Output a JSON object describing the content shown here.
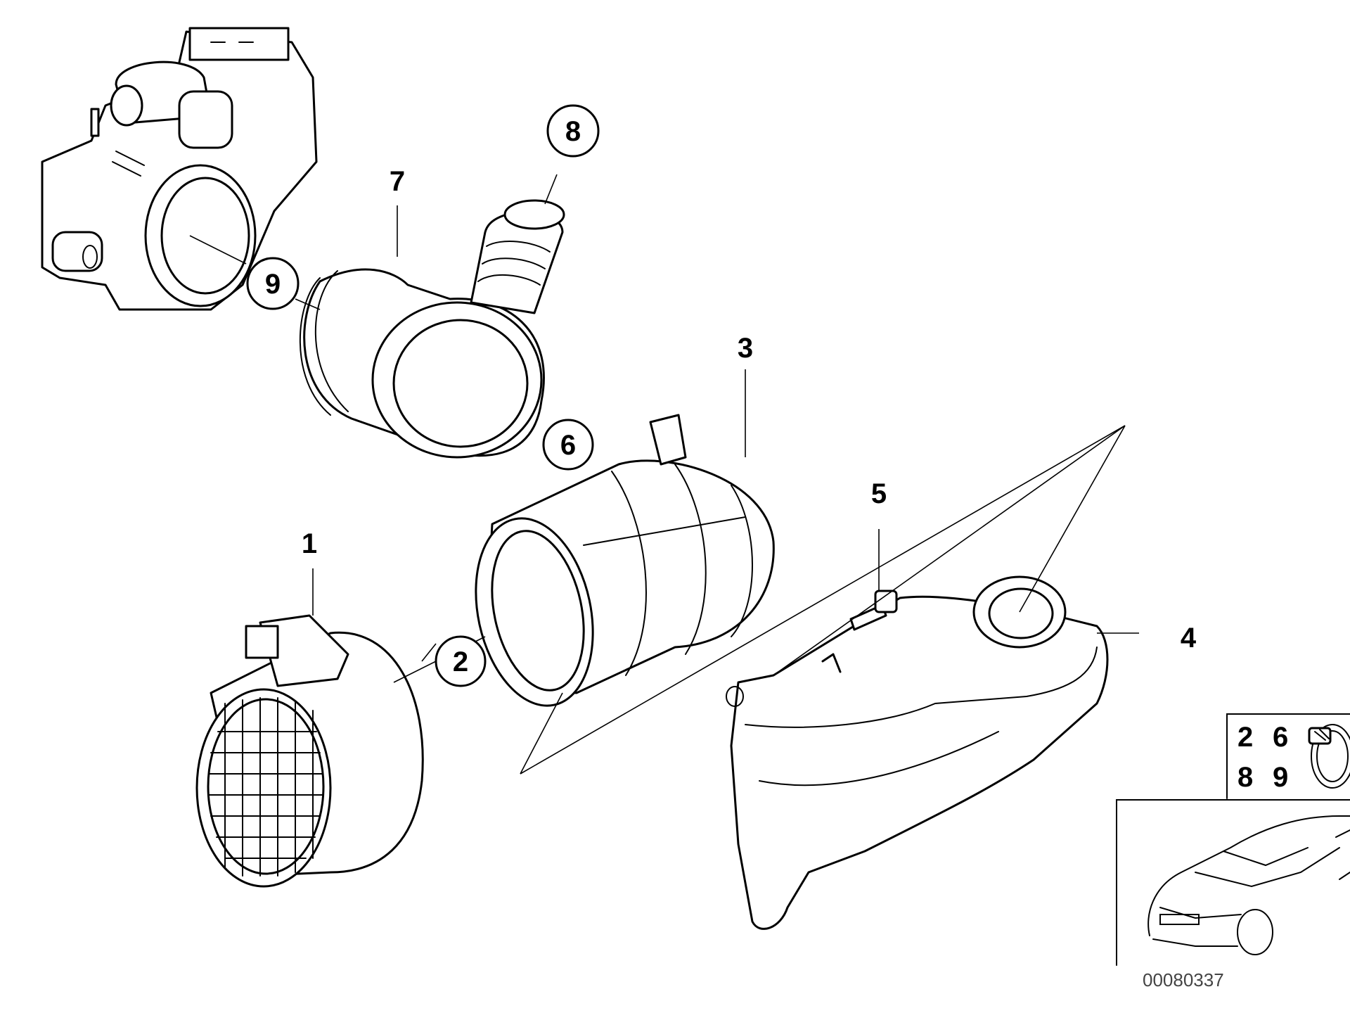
{
  "diagram": {
    "callouts": {
      "c1": "1",
      "c2": "2",
      "c3": "3",
      "c4": "4",
      "c5": "5",
      "c6": "6",
      "c7": "7",
      "c8": "8",
      "c9": "9"
    },
    "legend_box": {
      "row1": [
        "2",
        "6"
      ],
      "row2": [
        "8",
        "9"
      ]
    },
    "document_number": "00080337"
  }
}
